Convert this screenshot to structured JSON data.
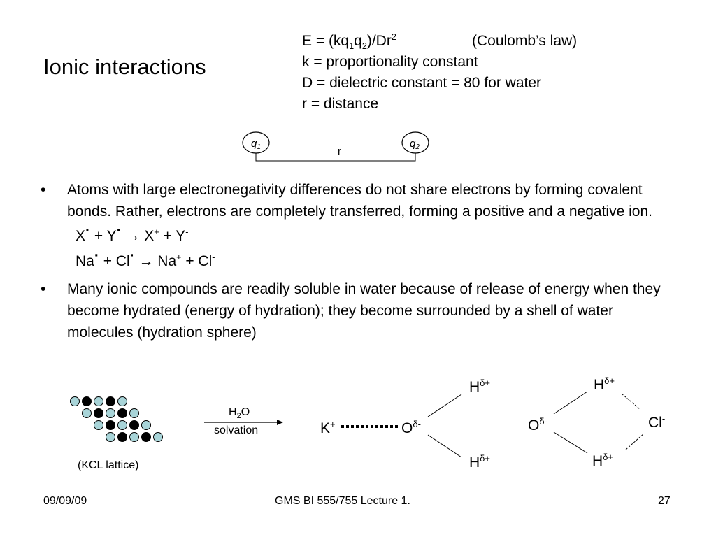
{
  "title": "Ionic interactions",
  "formula": {
    "line1": {
      "prefix": "E = (kq",
      "s1": "1",
      "mid": "q",
      "s2": "2",
      "end": ")/Dr",
      "exp": "2",
      "law": "(Coulomb’s law)"
    },
    "line2": "k = proportionality constant",
    "line3": "D = dielectric constant = 80 for water",
    "line4": "r = distance"
  },
  "charges_diagram": {
    "q1": "q",
    "q1_sub": "1",
    "q2": "q",
    "q2_sub": "2",
    "r": "r"
  },
  "bullets": [
    {
      "marker": "•",
      "text": "Atoms with large electronegativity differences do not share electrons by forming covalent bonds.  Rather, electrons are completely transferred, forming a positive and a negative ion."
    },
    {
      "marker": "•",
      "text": "Many ionic compounds are readily soluble in water because of release of energy when they become hydrated (energy of hydration); they become surrounded by a shell of water molecules (hydration sphere)"
    }
  ],
  "equations": {
    "eq1": {
      "a": "X",
      "plus1": " + Y",
      "arrow": " → X",
      "pos": "+",
      "plus2": " + Y",
      "neg": "-"
    },
    "eq2": {
      "a": "Na",
      "plus1": " + Cl",
      "arrow": " → Na",
      "pos": "+",
      "plus2": " + Cl",
      "neg": "-"
    }
  },
  "hydration": {
    "lattice_label": "(KCL lattice)",
    "solvation_h": "H",
    "solvation_2": "2",
    "solvation_o": "O",
    "solvation_word": "solvation",
    "k": "K",
    "k_charge": "+",
    "o": "O",
    "o_charge": "δ-",
    "h": "H",
    "h_charge": "δ+",
    "cl": "Cl",
    "cl_charge": "-"
  },
  "footer": {
    "date": "09/09/09",
    "course": "GMS BI 555/755 Lecture 1.",
    "page": "27"
  }
}
